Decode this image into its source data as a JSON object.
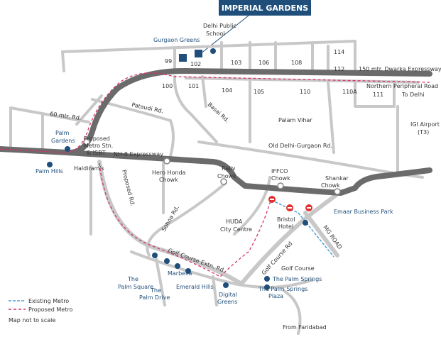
{
  "title": "IMPERIAL GARDENS",
  "colors": {
    "title_bg": "#1f4e7a",
    "road_light": "#c8c8c8",
    "road_dark": "#6b6b6b",
    "existing_metro": "#4a9fd8",
    "proposed_metro": "#d6336c",
    "marker": "#1f4e7a",
    "metro_icon": "#e0312f"
  },
  "sectors": [
    "99",
    "102",
    "103",
    "106",
    "108",
    "114",
    "112",
    "100",
    "101",
    "104",
    "105",
    "110",
    "110A",
    "111"
  ],
  "roads": {
    "dwarka_expressway": "150 mtr. Dwarka Expressway",
    "northern_peripheral": "Northern Peripheral Road",
    "to_delhi": "To Delhi",
    "sixty_mtr": "60 mtr. Rd.",
    "pataudi": "Pataudi Rd.",
    "basai": "Basai Rd.",
    "nh8": "NH-8 Expressway",
    "old_delhi_gurgaon": "Old Delhi-Gurgaon Rd.",
    "sohna": "Sohna Rd.",
    "golf_course_extn": "Golf Course Extn. Rd.",
    "golf_course_rd": "Golf Course Rd",
    "mg_road": "MG ROAD",
    "proposed_rd": "Proposed Rd.",
    "from_faridabad": "From Faridabad"
  },
  "places": {
    "gurgaon_greens": "Gurgaon Greens",
    "delhi_public_school_1": "Delhi Public",
    "delhi_public_school_2": "School",
    "palam_vihar": "Palam Vihar",
    "igi_airport_1": "IGI Airport",
    "igi_airport_2": "(T3)",
    "palm_gardens_1": "Palm",
    "palm_gardens_2": "Gardens",
    "proposed_metro_1": "Proposed",
    "proposed_metro_2": "Metro Stn.",
    "proposed_metro_3": "& ISBT",
    "palm_hills": "Palm Hills",
    "haldirams": "Haldiram's",
    "hero_honda_1": "Hero Honda",
    "hero_honda_2": "Chowk",
    "rajiv_1": "Rajiv",
    "rajiv_2": "Chowk",
    "iffco_1": "IFFCO",
    "iffco_2": "Chowk",
    "shankar_1": "Shankar",
    "shankar_2": "Chowk",
    "emaar": "Emaar Business Park",
    "huda_1": "HUDA",
    "huda_2": "City Centre",
    "bristol_1": "Bristol",
    "bristol_2": "Hotel",
    "golf_course": "Golf Course",
    "palm_springs": "The Palm Springs",
    "palm_springs_plaza_1": "The Palm Springs",
    "palm_springs_plaza_2": "Plaza",
    "palm_square_1": "The",
    "palm_square_2": "Palm Square",
    "palm_drive_1": "The",
    "palm_drive_2": "Palm Drive",
    "marbella": "Marbella",
    "emerald_hills": "Emerald Hills",
    "digital_greens_1": "Digital",
    "digital_greens_2": "Greens"
  },
  "legend": {
    "existing_metro": "Existing Metro",
    "proposed_metro": "Proposed Metro",
    "not_to_scale": "Map not to scale"
  }
}
